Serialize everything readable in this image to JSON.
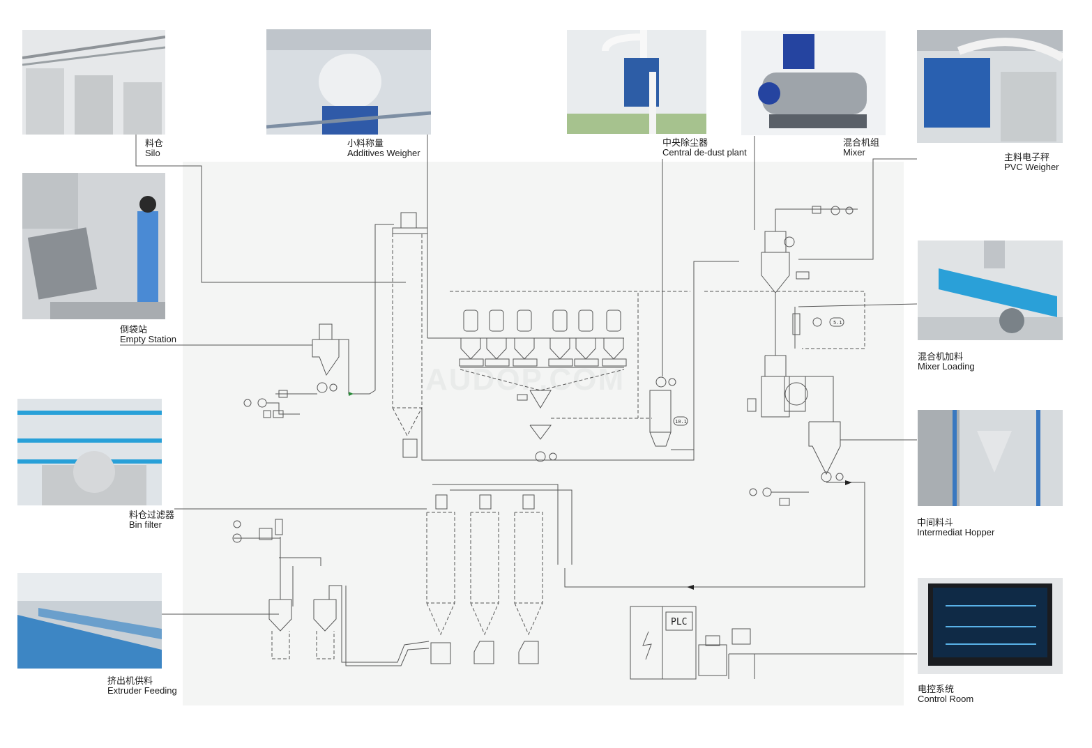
{
  "watermark": "AUDOP.COM",
  "plc_label": "PLC",
  "tags": {
    "t1": "5.1",
    "t2": "10.1"
  },
  "stations": [
    {
      "id": "silo",
      "cn": "料仓",
      "en": "Silo",
      "icon": "silo-photo"
    },
    {
      "id": "additives-weigher",
      "cn": "小料称量",
      "en": "Additives Weigher",
      "icon": "additives-weigher-photo"
    },
    {
      "id": "dedust",
      "cn": "中央除尘器",
      "en": "Central de-dust plant",
      "icon": "dedust-photo"
    },
    {
      "id": "mixer",
      "cn": "混合机组",
      "en": "Mixer",
      "icon": "mixer-photo"
    },
    {
      "id": "pvc-weigher",
      "cn": "主料电子秤",
      "en": "PVC Weigher",
      "icon": "pvc-weigher-photo"
    },
    {
      "id": "empty-station",
      "cn": "倒袋站",
      "en": "Empty Station",
      "icon": "empty-station-photo"
    },
    {
      "id": "mixer-loading",
      "cn": "混合机加料",
      "en": "Mixer Loading",
      "icon": "mixer-loading-photo"
    },
    {
      "id": "bin-filter",
      "cn": "料仓过滤器",
      "en": "Bin filter",
      "icon": "bin-filter-photo"
    },
    {
      "id": "intermediate-hopper",
      "cn": "中间料斗",
      "en": "Intermediat Hopper",
      "icon": "intermediate-hopper-photo"
    },
    {
      "id": "extruder-feeding",
      "cn": "挤出机供料",
      "en": "Extruder Feeding",
      "icon": "extruder-feeding-photo"
    },
    {
      "id": "control-room",
      "cn": "电控系统",
      "en": "Control Room",
      "icon": "control-room-photo"
    }
  ]
}
